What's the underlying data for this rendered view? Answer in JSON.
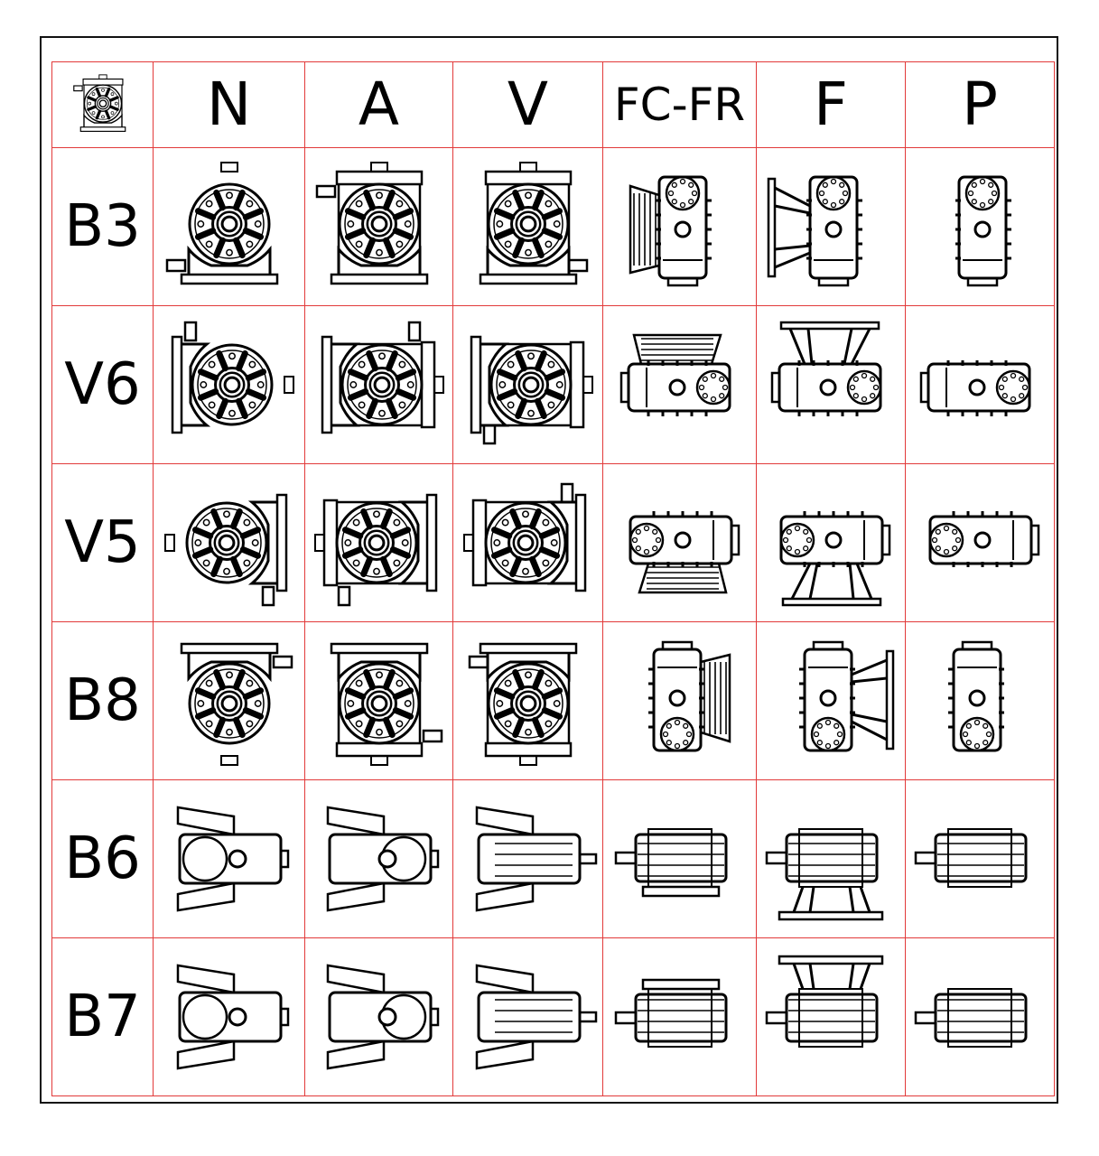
{
  "columns": [
    "N",
    "A",
    "V",
    "FC-FR",
    "F",
    "P"
  ],
  "rows": [
    "B3",
    "V6",
    "V5",
    "B8",
    "B6",
    "B7"
  ],
  "header_icon": "gearbox-icon",
  "drawing_icon": "gearbox-drawing",
  "colors": {
    "grid_line": "#e23a3a",
    "frame": "#111111",
    "ink": "#000000"
  }
}
